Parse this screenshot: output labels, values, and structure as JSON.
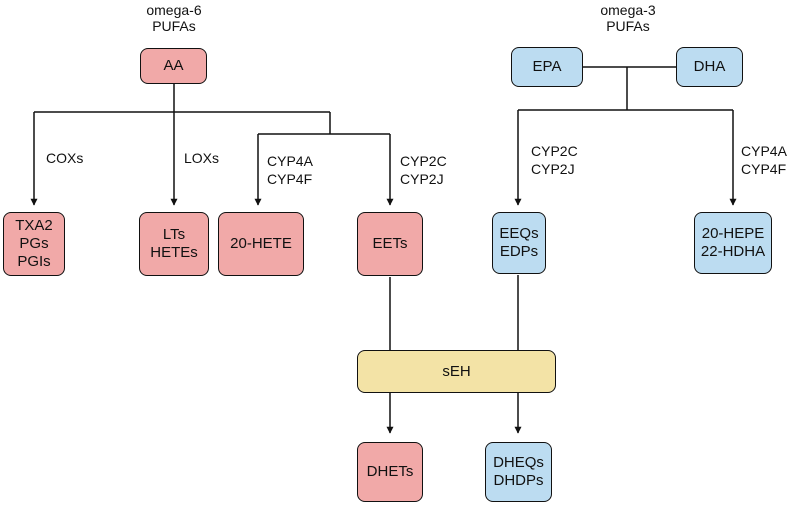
{
  "headers": {
    "omega6": {
      "line1": "omega-6",
      "line2": "PUFAs"
    },
    "omega3": {
      "line1": "omega-3",
      "line2": "PUFAs"
    }
  },
  "nodes": {
    "aa": {
      "lines": [
        "AA"
      ]
    },
    "epa": {
      "lines": [
        "EPA"
      ]
    },
    "dha": {
      "lines": [
        "DHA"
      ]
    },
    "txa2": {
      "lines": [
        "TXA2",
        "PGs",
        "PGIs"
      ]
    },
    "lts": {
      "lines": [
        "LTs",
        "HETEs"
      ]
    },
    "hete20": {
      "lines": [
        "20-HETE"
      ]
    },
    "eets": {
      "lines": [
        "EETs"
      ]
    },
    "eeqs": {
      "lines": [
        "EEQs",
        "EDPs"
      ]
    },
    "hepe": {
      "lines": [
        "20-HEPE",
        "22-HDHA"
      ]
    },
    "seh": {
      "lines": [
        "sEH"
      ]
    },
    "dhets": {
      "lines": [
        "DHETs"
      ]
    },
    "dheqs": {
      "lines": [
        "DHEQs",
        "DHDPs"
      ]
    }
  },
  "edge_labels": {
    "coxs": {
      "lines": [
        "COXs"
      ]
    },
    "loxs": {
      "lines": [
        "LOXs"
      ]
    },
    "cyp4_left": {
      "lines": [
        "CYP4A",
        "CYP4F"
      ]
    },
    "cyp2_left": {
      "lines": [
        "CYP2C",
        "CYP2J"
      ]
    },
    "cyp2_right": {
      "lines": [
        "CYP2C",
        "CYP2J"
      ]
    },
    "cyp4_right": {
      "lines": [
        "CYP4A",
        "CYP4F"
      ]
    }
  },
  "colors": {
    "omega6_node": "#f1a9a8",
    "omega3_node": "#bcdcf1",
    "enzyme_node": "#f3e3a6",
    "line": "#111111"
  }
}
